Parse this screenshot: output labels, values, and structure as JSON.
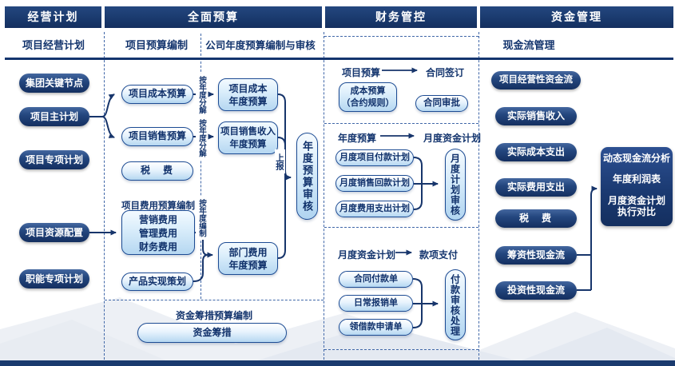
{
  "colors": {
    "navy": "#1a3a6e",
    "border_blue": "#1d4c94",
    "light_fill": "#b5d7f1",
    "dash_blue": "#4067a8"
  },
  "headers": {
    "business_plan": "经营计划",
    "total_budget": "全面预算",
    "financial_control": "财务管控",
    "fund_mgmt": "资金管理"
  },
  "subheaders": {
    "project_plan": "项目经营计划",
    "project_budget": "项目预算编制",
    "company_budget": "公司年度预算编制与审核",
    "cashflow": "现金流管理"
  },
  "plan_items": [
    "集团关键节点",
    "项目主计划",
    "项目专项计划",
    "项目资源配置",
    "职能专项计划"
  ],
  "budget": {
    "project_cost": "项目成本预算",
    "project_sales": "项目销售预算",
    "tax": "税　费",
    "fee_label": "项目费用预算编制",
    "fee_lines": [
      "营销费用",
      "管理费用",
      "财务费用"
    ],
    "product_plan": "产品实现策划",
    "cost_annual_lines": [
      "项目成本",
      "年度预算"
    ],
    "sales_annual_lines": [
      "项目销售收入",
      "年度预算"
    ],
    "dept_annual_lines": [
      "部门费用",
      "年度预算"
    ],
    "annual_review": "年度预算审核",
    "by_year_decompose": "按年度分解",
    "by_year_compile": "按年度编制",
    "submit": "上报",
    "raise_label": "资金筹措预算编制",
    "raise_pill": "资金筹措"
  },
  "finance": {
    "sec1_from": "项目预算",
    "sec1_to": "合同签订",
    "sec1_box_lines": [
      "成本预算",
      "（合约规则）"
    ],
    "sec1_pill": "合同审批",
    "sec2_from": "年度预算",
    "sec2_to": "月度资金计划",
    "sec2_pills": [
      "月度项目付款计划",
      "月度销售回款计划",
      "月度费用支出计划"
    ],
    "sec2_review": "月度计划审核",
    "sec3_from": "月度资金计划",
    "sec3_to": "款项支付",
    "sec3_pills": [
      "合同付款单",
      "日常报销单",
      "领借款申请单"
    ],
    "sec3_review": "付款审核处理"
  },
  "cash": {
    "pills": [
      "项目经营性资金流",
      "实际销售收入",
      "实际成本支出",
      "实际费用支出",
      "税　费",
      "筹资性现金流",
      "投资性现金流"
    ],
    "analysis_lines": [
      "动态现金流分析",
      "年度利润表",
      "月度资金计划",
      "执行对比"
    ]
  }
}
